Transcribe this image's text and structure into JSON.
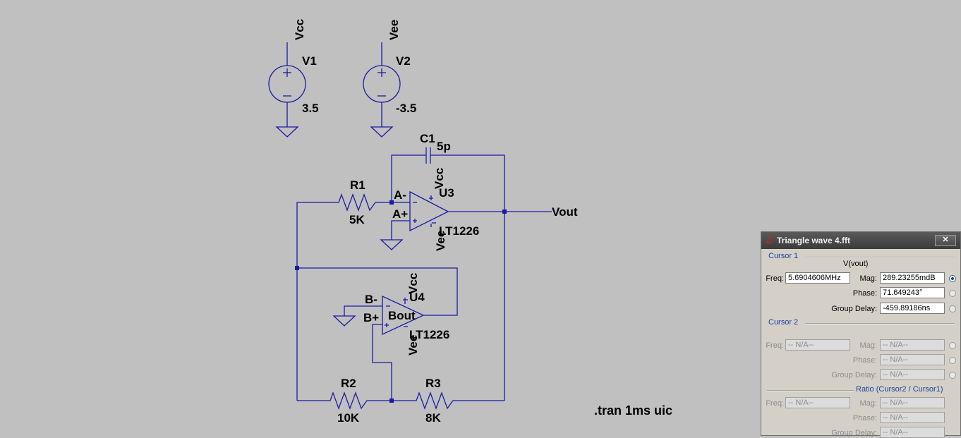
{
  "schematic": {
    "sources": {
      "v1": {
        "net": "Vcc",
        "name": "V1",
        "value": "3.5"
      },
      "v2": {
        "net": "Vee",
        "name": "V2",
        "value": "-3.5"
      }
    },
    "c1": {
      "name": "C1",
      "value": "5p"
    },
    "r1": {
      "name": "R1",
      "value": "5K"
    },
    "r2": {
      "name": "R2",
      "value": "10K"
    },
    "r3": {
      "name": "R3",
      "value": "8K"
    },
    "u3": {
      "name": "U3",
      "model": "LT1226",
      "pin_minus": "A-",
      "pin_plus": "A+",
      "supply_pos": "Vcc",
      "supply_neg": "Vee"
    },
    "u4": {
      "name": "U4",
      "model": "LT1226",
      "pin_minus": "B-",
      "pin_plus": "B+",
      "output": "Bout",
      "supply_pos": "Vcc",
      "supply_neg": "Vee"
    },
    "vout_label": "Vout",
    "directive": ".tran 1ms uic"
  },
  "dialog": {
    "title": "Triangle wave 4.fft",
    "close_glyph": "✕",
    "cursor1": {
      "heading": "Cursor 1",
      "trace": "V(vout)",
      "freq_label": "Freq:",
      "freq": "5.6904606MHz",
      "mag_label": "Mag:",
      "mag": "289.23255mdB",
      "phase_label": "Phase:",
      "phase": "71.649243°",
      "gd_label": "Group Delay:",
      "gd": "-459.89186ns"
    },
    "cursor2": {
      "heading": "Cursor 2",
      "freq_label": "Freq:",
      "freq": "-- N/A--",
      "mag_label": "Mag:",
      "mag": "-- N/A--",
      "phase_label": "Phase:",
      "phase": "-- N/A--",
      "gd_label": "Group Delay:",
      "gd": "-- N/A--"
    },
    "ratio": {
      "heading": "Ratio (Cursor2 / Cursor1)",
      "freq_label": "Freq:",
      "freq": "-- N/A--",
      "mag_label": "Mag:",
      "mag": "-- N/A--",
      "phase_label": "Phase:",
      "phase": "-- N/A--",
      "gd_label": "Group Delay:",
      "gd": "-- N/A--"
    }
  }
}
